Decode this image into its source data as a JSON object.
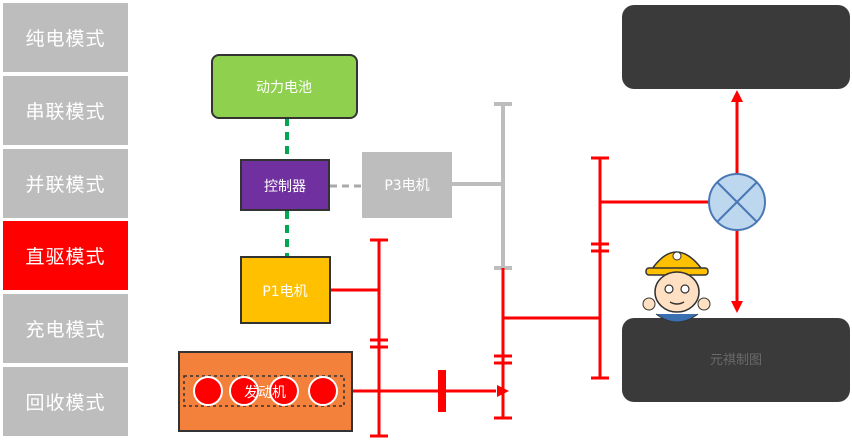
{
  "sidebar": {
    "items": [
      {
        "label": "纯电模式",
        "active": false
      },
      {
        "label": "串联模式",
        "active": false
      },
      {
        "label": "并联模式",
        "active": false
      },
      {
        "label": "直驱模式",
        "active": true
      },
      {
        "label": "充电模式",
        "active": false
      },
      {
        "label": "回收模式",
        "active": false
      }
    ]
  },
  "diagram": {
    "battery": "动力电池",
    "controller": "控制器",
    "p3_motor": "P3电机",
    "p1_motor": "P1电机",
    "engine": "发动机",
    "watermark": "元祺制图"
  },
  "colors": {
    "active_mode": "#ff0000",
    "inactive_mode": "#bdbdbd",
    "battery": "#8fd14f",
    "controller": "#7030a0",
    "p1_motor": "#ffc000",
    "engine": "#f4813b",
    "power_path": "#ff0000",
    "idle_path": "#bdbdbd",
    "wheel": "#3a3a3a",
    "differential": "#bdd7ee"
  }
}
